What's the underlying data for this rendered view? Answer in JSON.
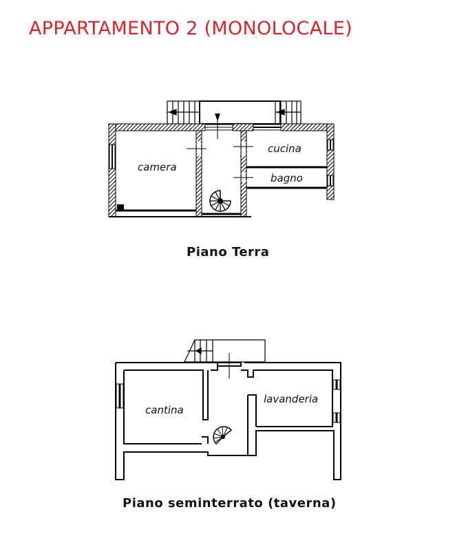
{
  "header": {
    "title": "APPARTAMENTO 2 (MONOLOCALE)",
    "title_color": "#d9232a"
  },
  "ground_floor": {
    "caption": "Piano Terra",
    "rooms": [
      {
        "label": "camera"
      },
      {
        "label": "cucina"
      },
      {
        "label": "bagno"
      }
    ],
    "features": [
      "entrance-stairs-left",
      "entrance-stairs-right",
      "entry-arrow",
      "spiral-staircase"
    ]
  },
  "basement_floor": {
    "caption": "Piano seminterrato (taverna)",
    "rooms": [
      {
        "label": "cantina"
      },
      {
        "label": "lavanderia"
      }
    ],
    "features": [
      "exterior-stairs",
      "spiral-staircase"
    ]
  }
}
